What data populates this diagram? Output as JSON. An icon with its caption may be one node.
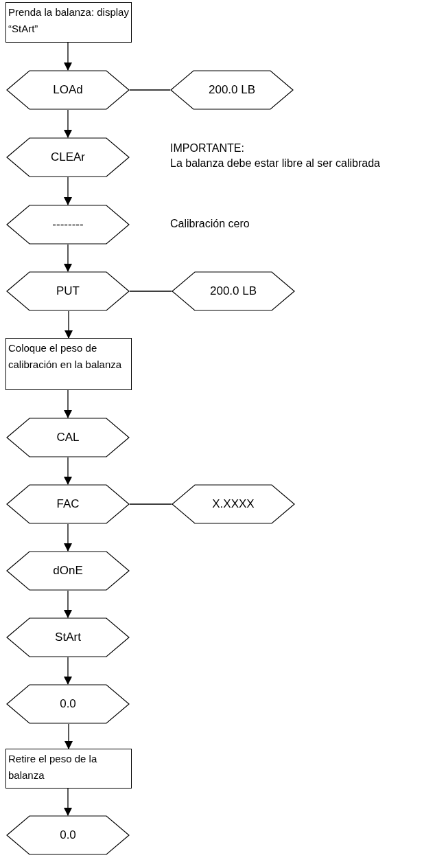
{
  "diagram": {
    "nodes": [
      {
        "text": [
          "Prenda la balanza: display “StArt”"
        ]
      },
      {
        "text": [
          "LOAd"
        ]
      },
      {
        "text": [
          "200.0 LB"
        ]
      },
      {
        "text": [
          "CLEAr"
        ]
      },
      {
        "text": [
          "--------"
        ]
      },
      {
        "text": [
          "PUT"
        ]
      },
      {
        "text": [
          "200.0 LB"
        ]
      },
      {
        "text": [
          "Coloque el peso de calibración en la balanza"
        ]
      },
      {
        "text": [
          "CAL"
        ]
      },
      {
        "text": [
          "FAC"
        ]
      },
      {
        "text": [
          "X.XXXX"
        ]
      },
      {
        "text": [
          "dOnE"
        ]
      },
      {
        "text": [
          "StArt"
        ]
      },
      {
        "text": [
          "0.0"
        ]
      },
      {
        "text": [
          "Retire el peso de la balanza"
        ]
      },
      {
        "text": [
          "0.0"
        ]
      }
    ],
    "edges": [
      {
        "from": 0,
        "to": 1,
        "arrow": "to"
      },
      {
        "from": 1,
        "to": 2,
        "arrow": "none"
      },
      {
        "from": 1,
        "to": 3,
        "arrow": "to"
      },
      {
        "from": 3,
        "to": 4,
        "arrow": "to"
      },
      {
        "from": 4,
        "to": 5,
        "arrow": "to"
      },
      {
        "from": 5,
        "to": 6,
        "arrow": "none"
      },
      {
        "from": 5,
        "to": 7,
        "arrow": "to"
      },
      {
        "from": 7,
        "to": 8,
        "arrow": "to"
      },
      {
        "from": 8,
        "to": 9,
        "arrow": "to"
      },
      {
        "from": 9,
        "to": 10,
        "arrow": "none"
      },
      {
        "from": 9,
        "to": 11,
        "arrow": "to"
      },
      {
        "from": 11,
        "to": 12,
        "arrow": "to"
      },
      {
        "from": 12,
        "to": 13,
        "arrow": "to"
      },
      {
        "from": 13,
        "to": 14,
        "arrow": "to"
      },
      {
        "from": 14,
        "to": 15,
        "arrow": "to"
      }
    ],
    "labels": [
      "IMPORTANTE:",
      "La balanza debe estar libre al ser calibrada",
      "Calibración cero"
    ]
  }
}
